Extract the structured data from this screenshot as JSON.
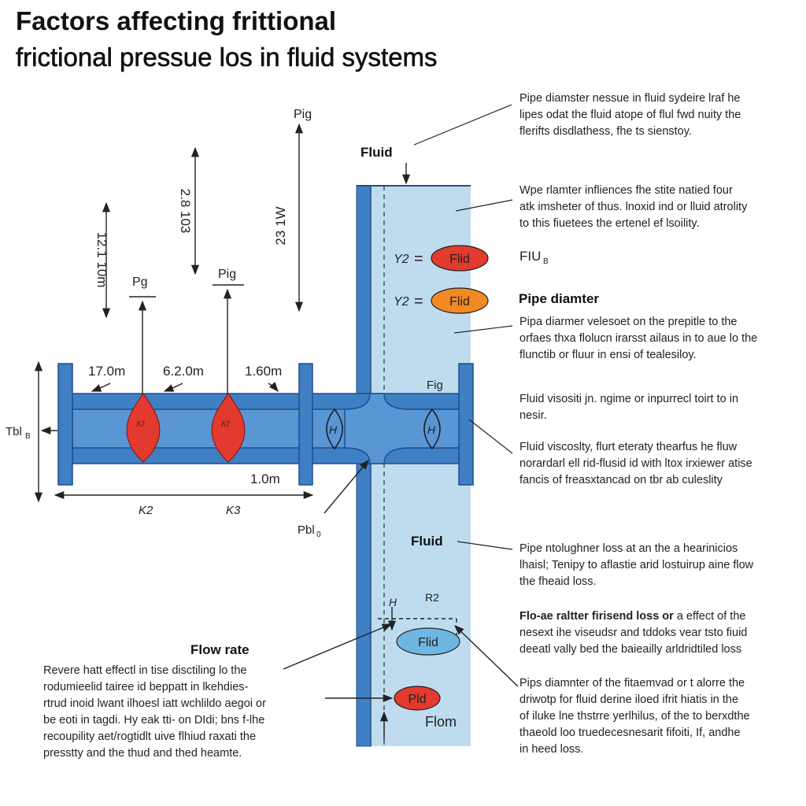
{
  "title": {
    "line1": "Factors affecting frittional",
    "line2": "frictional pressue los in fluid systems"
  },
  "colors": {
    "pipe_dark": "#3f7fc4",
    "pipe_mid": "#5a95d4",
    "pipe_light": "#bfdcef",
    "red_marker": "#e23a2e",
    "orange_marker": "#f28a24",
    "blue_marker": "#6fb7e2",
    "line": "#222222"
  },
  "labels": {
    "pig_top": "Pig",
    "pg_left": "Pg",
    "pig_mid": "Pig",
    "dim_vert_1": "12.1 10m",
    "dim_vert_2": "2.8 103",
    "dim_vert_3": "23 1W",
    "len_1": "17.0m",
    "len_2": "6.2.0m",
    "len_3": "1.60m",
    "len_bottom": "1.0m",
    "tbl": "Tbl",
    "tbl_sub": "B",
    "k2": "K2",
    "k3": "K3",
    "pbl": "Pbl",
    "pbl_sub": "0",
    "fig": "Fig",
    "h_left": "H",
    "h_right": "H",
    "kf_left": "Kf",
    "kf_right": "Kf",
    "fluid_top": "Fluid",
    "fluid_mid": "Fluid",
    "flow_rate": "Flow rate",
    "y2_a": "Y2",
    "y2_b": "Y2",
    "eq_a": "=",
    "eq_b": "=",
    "flid_red": "Flid",
    "flid_orange": "Flid",
    "flid_blue": "Flid",
    "pld": "Pld",
    "flom": "Flom",
    "fiu": "FIU",
    "fiu_sub": "B",
    "h1": "H",
    "r2": "R2",
    "pipe_diamter": "Pipe diamter"
  },
  "notes": {
    "n1": "Pipe diamster nessue in fluid sydeire lraf he\nlipes odat the fluid atope of flul fwd nuity the\nflerifts disdlathess, fhe ts sienstoy.",
    "n2": "Wpe rlamter infliences fhe stite natied four\natk imsheter of thus. lnoxid ind or lluid atrolity\nto this fiuetees the ertenel ef lsoility.",
    "n3": "Pipa diarmer velesoet on the prepitle to the\norfaes thxa flolucn irarsst ailaus in to aue lo the\nflunctib or fluur in ensi of tealesiloy.",
    "n4": "Fluid visositi jn. ngime or inpurrecl toirt to in\nnesir.",
    "n5": "Fluid viscoslty, flurt eteraty thearfus he fluw\nnorardarl ell rid-flusid id with ltox irxiewer atise\nfancis of freasxtancad on tbr ab culeslity",
    "n6": "Pipe ntolughner loss at an the a hearinicios\nlhaisl; Tenipy to aflastie arid lostuirup aine flow\nthe fheaid loss.",
    "n7a": "Flo-ae raltter firisend loss or",
    "n7b": " a effect of the\nnesext ihe viseudsr and tddoks vear tsto fiuid\ndeeatl vally bed the baieailly arldridtiled loss",
    "n8": "Pips diamnter of the fitaemvad or t alorre the\ndriwotp for fluid derine iloed ifrit hiatis in the\nof iluke lne thstrre yerlhilus, of the to berxdthe\nthaeold loo truedecesnesarit fifoiti, If, andhe\nin heed loss.",
    "n9": "Revere hatt effectl in tise disctiling lo the\nrodumieelid tairee id beppatt in lkehdies-\nrtrud inoid lwant ilhoesl iatt wchlildo aegoi or\nbe eoti in tagdi. Hy eak tti- on DIdi; bns f-lhe\nrecoupility aet/rogtidlt uive flhiud raxati the\npresstty and the thud and thed heamte."
  }
}
